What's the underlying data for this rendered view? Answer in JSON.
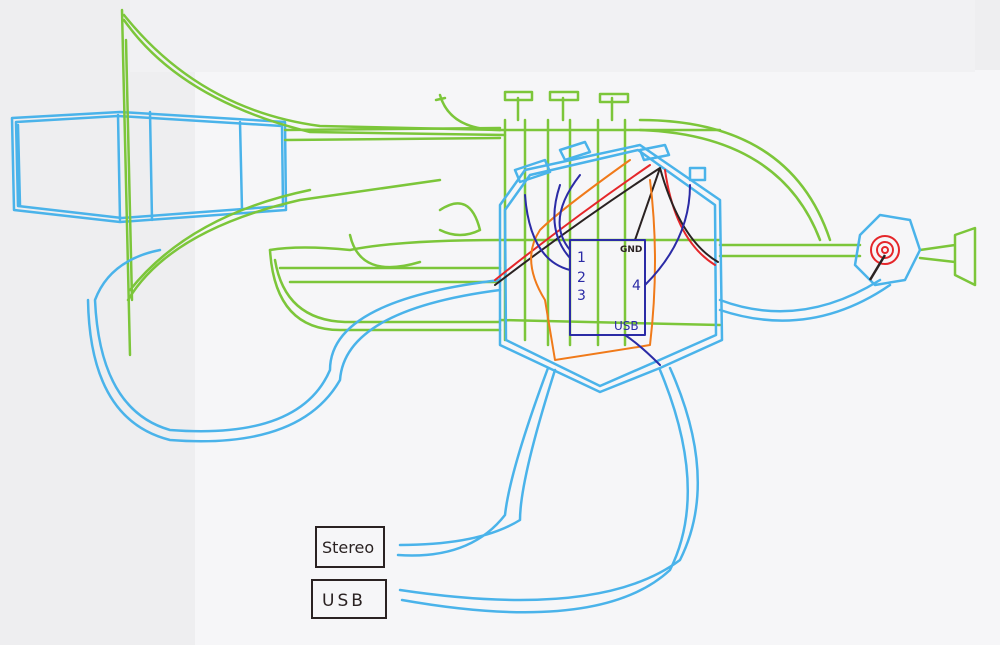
{
  "board": {
    "pins": [
      "1",
      "2",
      "3",
      "4"
    ],
    "gnd_label": "GND",
    "usb_label": "USB"
  },
  "outputs": {
    "stereo_label": "Stereo",
    "usb_label": "USB"
  },
  "colors": {
    "trumpet": "#7cc63a",
    "casing": "#4ab3ea",
    "signal_wire": "#2b2ba6",
    "power_wire": "#e5262a",
    "ground_wire": "#2a2222",
    "aux_wire": "#f07a1a",
    "paper": "#f3f3f5"
  }
}
